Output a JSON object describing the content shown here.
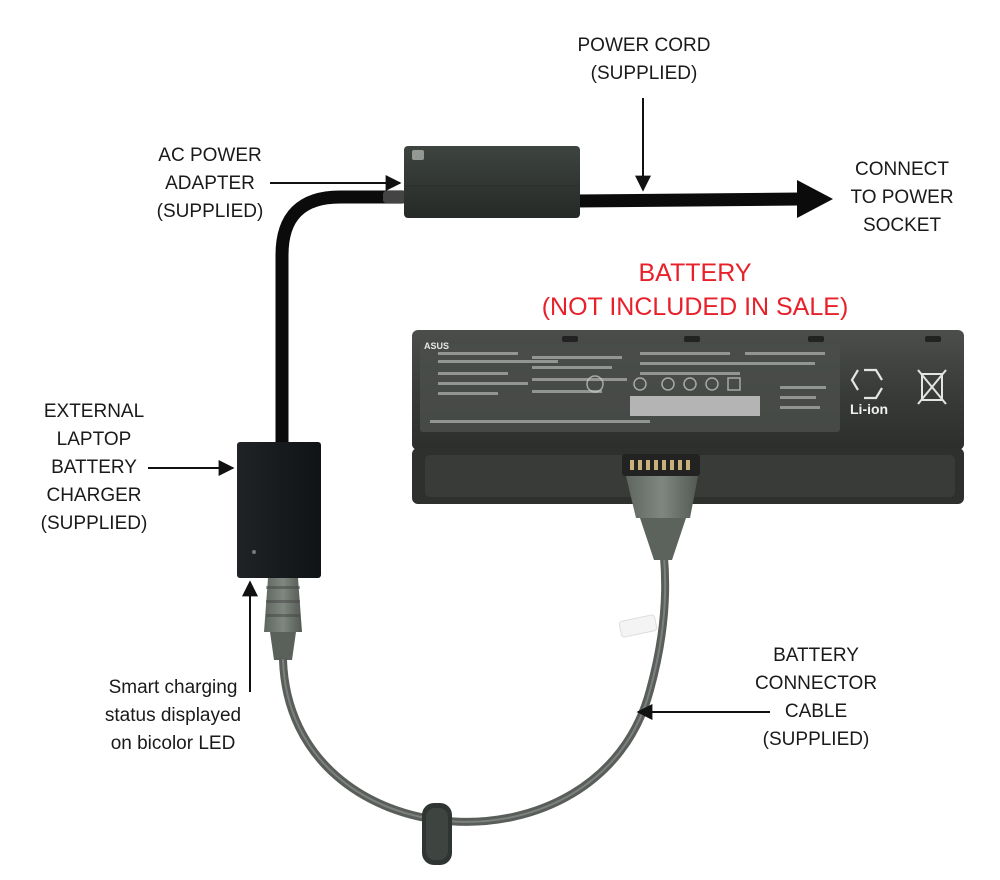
{
  "labels": {
    "power_cord": [
      "POWER CORD",
      "(SUPPLIED)"
    ],
    "ac_adapter": [
      "AC POWER",
      "ADAPTER",
      "(SUPPLIED)"
    ],
    "power_socket": [
      "CONNECT",
      "TO POWER",
      "SOCKET"
    ],
    "battery": [
      "BATTERY",
      "(NOT INCLUDED IN SALE)"
    ],
    "external_charger": [
      "EXTERNAL",
      "LAPTOP",
      "BATTERY",
      "CHARGER",
      "(SUPPLIED)"
    ],
    "led_status": [
      "Smart charging",
      "status displayed",
      "on bicolor LED"
    ],
    "connector_cable": [
      "BATTERY",
      "CONNECTOR",
      "CABLE",
      "(SUPPLIED)"
    ]
  },
  "battery_label": {
    "brand": "ASUS",
    "chemistry": "Li-ion"
  },
  "colors": {
    "label_text": "#1a1a1a",
    "battery_title": "#e8202a",
    "cable_black": "#0b0b0b",
    "connector_cable": "#5a5e5a",
    "battery_body": "#3b3d3b",
    "adapter_body": "#2f3430"
  },
  "icons": [
    "recycle-icon",
    "crossed-bin-icon"
  ]
}
